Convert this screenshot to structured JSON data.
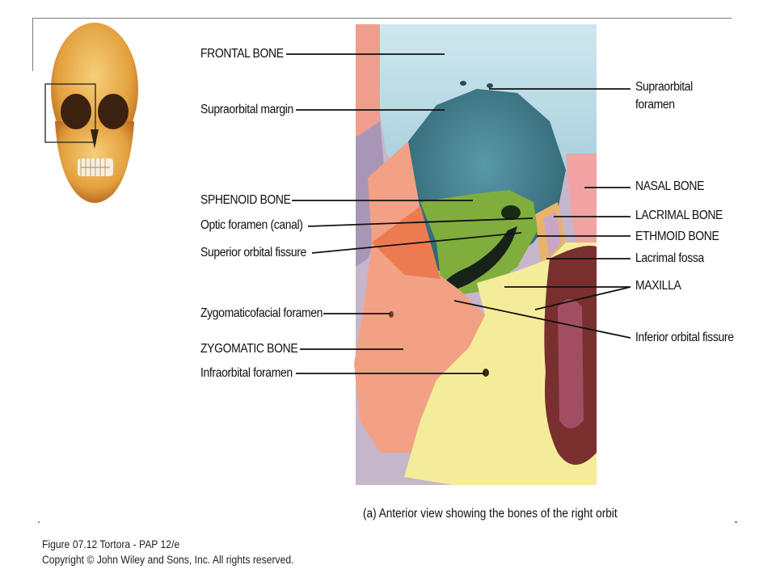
{
  "labels_left": [
    {
      "id": "frontal-bone",
      "text": "FRONTAL BONE"
    },
    {
      "id": "supraorbital-margin",
      "text": "Supraorbital margin"
    },
    {
      "id": "sphenoid-bone",
      "text": "SPHENOID BONE"
    },
    {
      "id": "optic-foramen",
      "text": "Optic foramen (canal)"
    },
    {
      "id": "superior-orbital-fissure",
      "text": "Superior orbital fissure"
    },
    {
      "id": "zygomaticofacial-foramen",
      "text": "Zygomaticofacial foramen"
    },
    {
      "id": "zygomatic-bone",
      "text": "ZYGOMATIC BONE"
    },
    {
      "id": "infraorbital-foramen",
      "text": "Infraorbital foramen"
    }
  ],
  "labels_right": [
    {
      "id": "supraorbital-foramen-1",
      "text": "Supraorbital"
    },
    {
      "id": "supraorbital-foramen-2",
      "text": "foramen"
    },
    {
      "id": "nasal-bone",
      "text": "NASAL BONE"
    },
    {
      "id": "lacrimal-bone",
      "text": "LACRIMAL BONE"
    },
    {
      "id": "ethmoid-bone",
      "text": "ETHMOID BONE"
    },
    {
      "id": "lacrimal-fossa",
      "text": "Lacrimal fossa"
    },
    {
      "id": "maxilla",
      "text": "MAXILLA"
    },
    {
      "id": "inferior-orbital-fissure",
      "text": "Inferior orbital fissure"
    }
  ],
  "caption": "(a) Anterior view showing the bones of the right orbit",
  "footer": {
    "line1": "Figure 07.12  Tortora - PAP 12/e",
    "line2": "Copyright © John Wiley and Sons, Inc. All rights reserved."
  },
  "colors": {
    "frontal": "#b9dbe6",
    "orbit_shadow": "#3f7f90",
    "sphenoid": "#7fae3c",
    "zygomatic": "#f2a184",
    "maxilla": "#f4ec9a",
    "nasal": "#f1a3a3",
    "lacrimal": "#c9a6c6",
    "ethmoid": "#e9b36b",
    "skull": "#e8a848"
  }
}
